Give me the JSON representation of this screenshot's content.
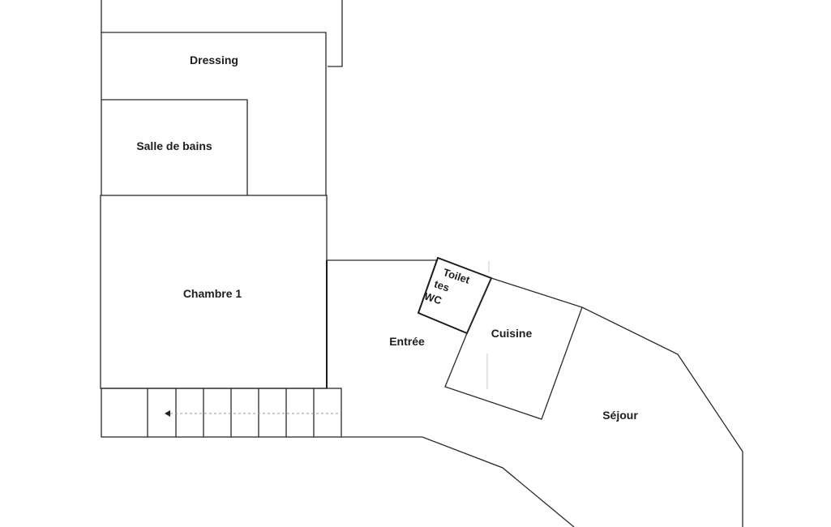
{
  "rooms": {
    "dressing": "Dressing",
    "salle_de_bains": "Salle de bains",
    "chambre_1": "Chambre 1",
    "entree": "Entrée",
    "toilettes_line1": "Toilet",
    "toilettes_line2": "tes",
    "toilettes_line3": "WC",
    "cuisine": "Cuisine",
    "sejour": "Séjour"
  }
}
